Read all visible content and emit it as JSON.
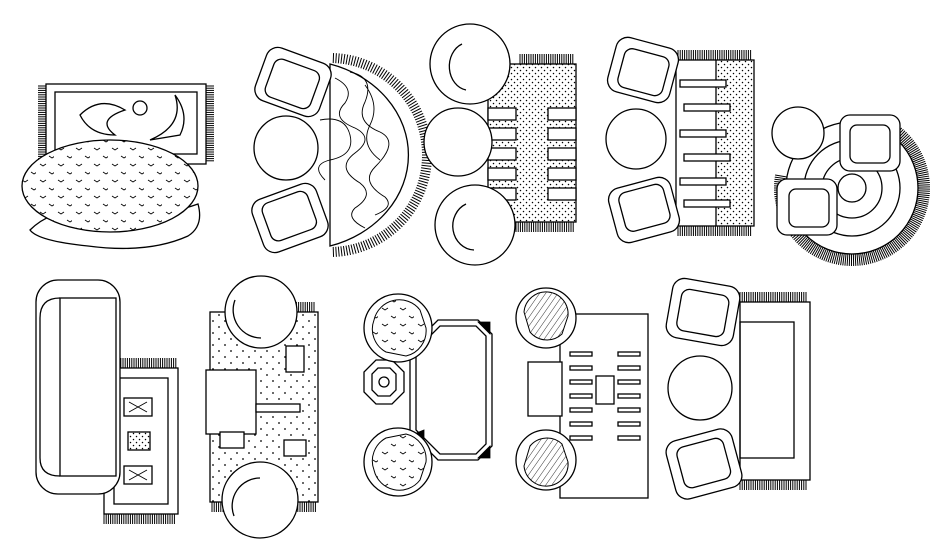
{
  "drawing": {
    "background": "#ffffff",
    "line_color": "#000000",
    "furniture_sets": [
      {
        "name": "oval-sofa-with-abstract-rug"
      },
      {
        "name": "swirl-rug-with-two-armchairs"
      },
      {
        "name": "striped-rug-with-round-chairs"
      },
      {
        "name": "runner-rug-with-armchairs"
      },
      {
        "name": "round-rug-with-armchairs"
      },
      {
        "name": "long-sofa-with-table-rug"
      },
      {
        "name": "desk-set-with-round-chairs"
      },
      {
        "name": "octagon-table-with-patterned-chairs"
      },
      {
        "name": "square-table-with-hatched-chairs"
      },
      {
        "name": "framed-rug-with-armchairs"
      }
    ]
  }
}
